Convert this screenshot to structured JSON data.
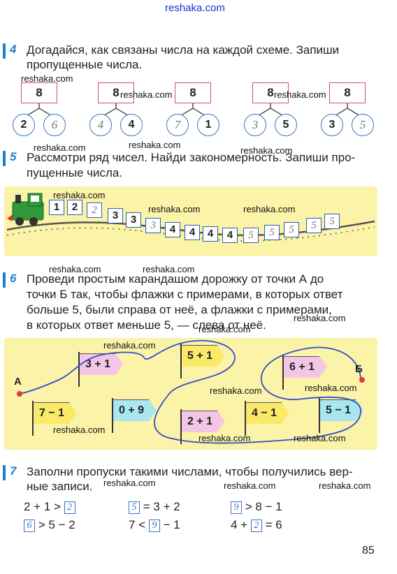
{
  "watermarks": {
    "top": "reshaka.com",
    "items": [
      "reshaka.com",
      "reshaka.com",
      "reshaka.com",
      "reshaka.com",
      "reshaka.com",
      "reshaka.com",
      "reshaka.com",
      "reshaka.com",
      "reshaka.com",
      "reshaka.com",
      "reshaka.com",
      "reshaka.com",
      "reshaka.com",
      "reshaka.com",
      "reshaka.com",
      "reshaka.com",
      "reshaka.com",
      "reshaka.com",
      "reshaka.com",
      "reshaka.com",
      "reshaka.com",
      "reshaka.com"
    ]
  },
  "task4": {
    "number": "4",
    "line1": "Догадайся, как связаны числа на каждой схеме. Запиши",
    "line2": "пропущенные числа.",
    "schemes": [
      {
        "top": "8",
        "left": "2",
        "right": "6"
      },
      {
        "top": "8",
        "left": "4",
        "right": "4"
      },
      {
        "top": "8",
        "left": "7",
        "right": "1"
      },
      {
        "top": "8",
        "left": "3",
        "right": "5"
      },
      {
        "top": "8",
        "left": "3",
        "right": "5"
      }
    ]
  },
  "task5": {
    "number": "5",
    "line1": "Рассмотри ряд чисел. Найди закономерность. Запиши про-",
    "line2": "пущенные числа.",
    "wagons": [
      "1",
      "2",
      "2",
      "3",
      "3",
      "3",
      "4",
      "4",
      "4",
      "4",
      "5",
      "5",
      "5",
      "5",
      "5"
    ]
  },
  "task6": {
    "number": "6",
    "line1": "Проведи простым карандашом дорожку от точки А до",
    "line2": "точки Б так, чтобы флажки с примерами, в которых ответ",
    "line3": "больше 5, были справа от неё, а флажки с примерами,",
    "line4": "в которых ответ меньше 5, — слева от неё.",
    "point_a": "А",
    "point_b": "Б",
    "flags": [
      {
        "label": "3 + 1",
        "color": "#f4c6e6"
      },
      {
        "label": "5 + 1",
        "color": "#fbe96a"
      },
      {
        "label": "6 + 1",
        "color": "#f4c6e6"
      },
      {
        "label": "7 − 1",
        "color": "#fbe96a"
      },
      {
        "label": "0 + 9",
        "color": "#a8e6f0"
      },
      {
        "label": "2 + 1",
        "color": "#f4c6e6"
      },
      {
        "label": "4 − 1",
        "color": "#fbe96a"
      },
      {
        "label": "5 − 1",
        "color": "#a8e6f0"
      }
    ]
  },
  "task7": {
    "number": "7",
    "line1": "Заполни пропуски такими числами, чтобы получились вер-",
    "line2": "ные записи.",
    "eq": [
      {
        "pre": "2 + 1 >",
        "box": "2",
        "post": ""
      },
      {
        "pre": "",
        "box": "5",
        "post": "= 3 + 2"
      },
      {
        "pre": "",
        "box": "9",
        "post": "> 8 − 1"
      },
      {
        "pre": "",
        "box": "6",
        "post": "> 5 − 2"
      },
      {
        "pre": "7 <",
        "box": "9",
        "post": "− 1"
      },
      {
        "pre": "4 +",
        "box": "2",
        "post": "= 6"
      }
    ]
  },
  "page_number": "85",
  "colors": {
    "accent": "#1b7fd0",
    "panel": "#fbf3a8",
    "route": "#2f4fc9"
  }
}
